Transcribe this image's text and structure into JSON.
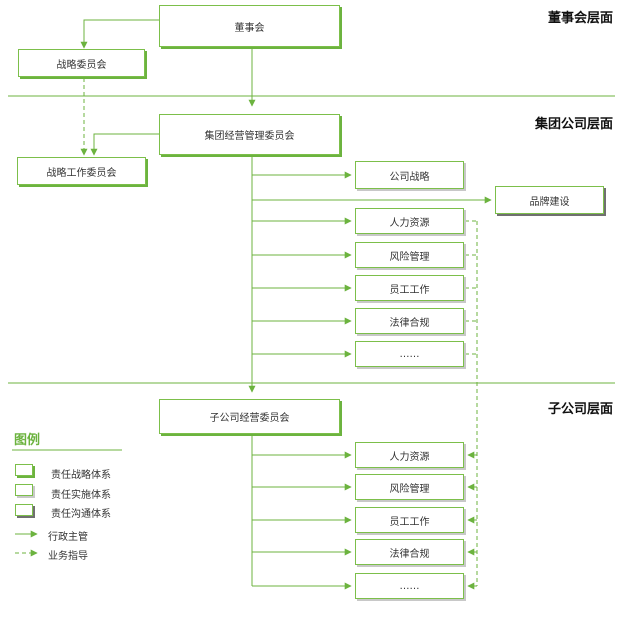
{
  "layers": {
    "board": "董事会层面",
    "group": "集团公司层面",
    "subsidiary": "子公司层面"
  },
  "nodes": {
    "board": "董事会",
    "strategy_committee": "战略委员会",
    "group_mgmt": "集团经营管理委员会",
    "strategy_work": "战略工作委员会",
    "group_children": [
      "公司战略",
      "人力资源",
      "风险管理",
      "员工工作",
      "法律合规",
      "……"
    ],
    "brand": "品牌建设",
    "sub_mgmt": "子公司经营委员会",
    "sub_children": [
      "人力资源",
      "风险管理",
      "员工工作",
      "法律合规",
      "……"
    ]
  },
  "legend": {
    "title": "图例",
    "items": [
      "责任战略体系",
      "责任实施体系",
      "责任沟通体系",
      "行政主管",
      "业务指导"
    ]
  },
  "colors": {
    "accent": "#6cb33f",
    "line": "#7cbf4a",
    "implement_shadow": "#c8c8c8",
    "comm_shadow": "#707070"
  }
}
